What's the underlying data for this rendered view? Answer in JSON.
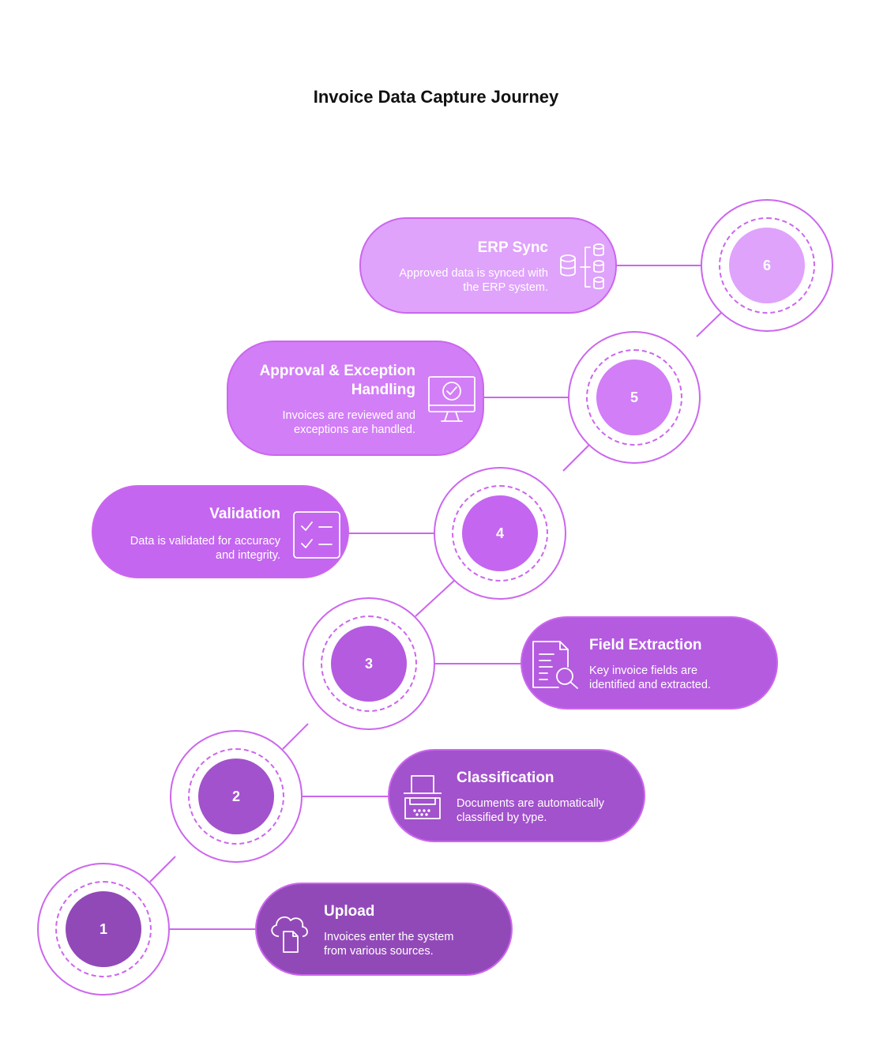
{
  "title": "Invoice Data Capture Journey",
  "colors": {
    "ring": "#cc66ee",
    "step1": "#9249b8",
    "step2": "#a252cc",
    "step3": "#b45be0",
    "step4": "#c466f0",
    "step5": "#d27ef7",
    "step6": "#dfa3fb"
  },
  "steps": [
    {
      "number": "1",
      "title": "Upload",
      "description_line1": "Invoices enter the system",
      "description_line2": "from various sources.",
      "icon": "cloud-document-icon"
    },
    {
      "number": "2",
      "title": "Classification",
      "description_line1": "Documents are automatically",
      "description_line2": "classified by type.",
      "icon": "scanner-icon"
    },
    {
      "number": "3",
      "title": "Field Extraction",
      "description_line1": "Key invoice fields are",
      "description_line2": "identified and extracted.",
      "icon": "document-search-icon"
    },
    {
      "number": "4",
      "title": "Validation",
      "description_line1": "Data is validated for accuracy",
      "description_line2": "and integrity.",
      "icon": "checklist-icon"
    },
    {
      "number": "5",
      "title_line1": "Approval & Exception",
      "title_line2": "Handling",
      "description_line1": "Invoices are reviewed and",
      "description_line2": "exceptions are handled.",
      "icon": "monitor-check-icon"
    },
    {
      "number": "6",
      "title": "ERP Sync",
      "description_line1": "Approved data is synced with",
      "description_line2": "the ERP system.",
      "icon": "database-sync-icon"
    }
  ]
}
